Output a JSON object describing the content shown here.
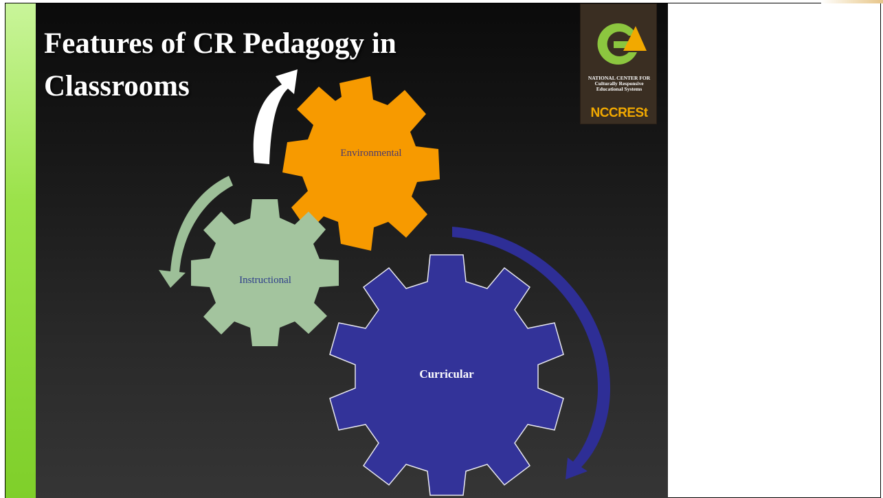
{
  "slide": {
    "title": "Features of CR Pedagogy in Classrooms"
  },
  "logo": {
    "line1": "NATIONAL CENTER FOR",
    "line2": "Culturally Responsive",
    "line3": "Educational Systems",
    "name": "NCCRESt"
  },
  "gears": {
    "environmental": {
      "label": "Environmental",
      "color": "#f79a00"
    },
    "instructional": {
      "label": "Instructional",
      "color": "#a3c49e"
    },
    "curricular": {
      "label": "Curricular",
      "color": "#333399"
    }
  },
  "colors": {
    "accent_bar": "#8fd63a",
    "arrow_white": "#ffffff",
    "arrow_green": "#9dbf98",
    "arrow_blue": "#2e2e96"
  }
}
